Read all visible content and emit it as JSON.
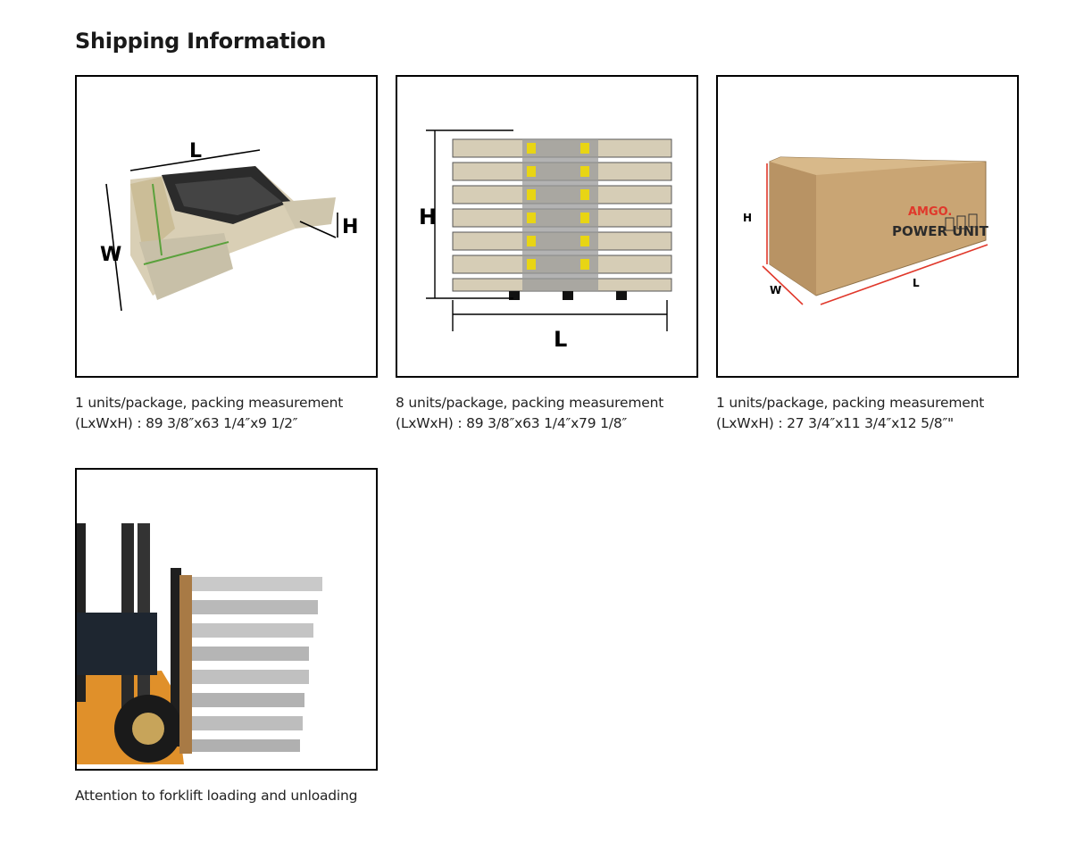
{
  "section": {
    "title": "Shipping Information"
  },
  "items": [
    {
      "image_labels": [
        "L",
        "W",
        "H"
      ],
      "caption_line1": "1 units/package, packing measurement",
      "caption_line2": "(LxWxH) : 89 3/8″x63 1/4″x9 1/2″"
    },
    {
      "image_labels": [
        "H",
        "L"
      ],
      "caption_line1": "8 units/package, packing measurement",
      "caption_line2": "(LxWxH) : 89 3/8″x63 1/4″x79 1/8″"
    },
    {
      "image_labels": [
        "H",
        "W",
        "L"
      ],
      "box_brand": "AMGO.",
      "box_text": "POWER UNIT",
      "caption_line1": "1 units/package, packing measurement",
      "caption_line2": "(LxWxH) : 27 3/4″x11 3/4″x12 5/8″\""
    },
    {
      "caption_line1": "Attention to forklift loading and unloading"
    }
  ],
  "colors": {
    "accent_red": "#e0382b",
    "cardboard": "#c9a574",
    "forklift_orange": "#e0902a"
  }
}
